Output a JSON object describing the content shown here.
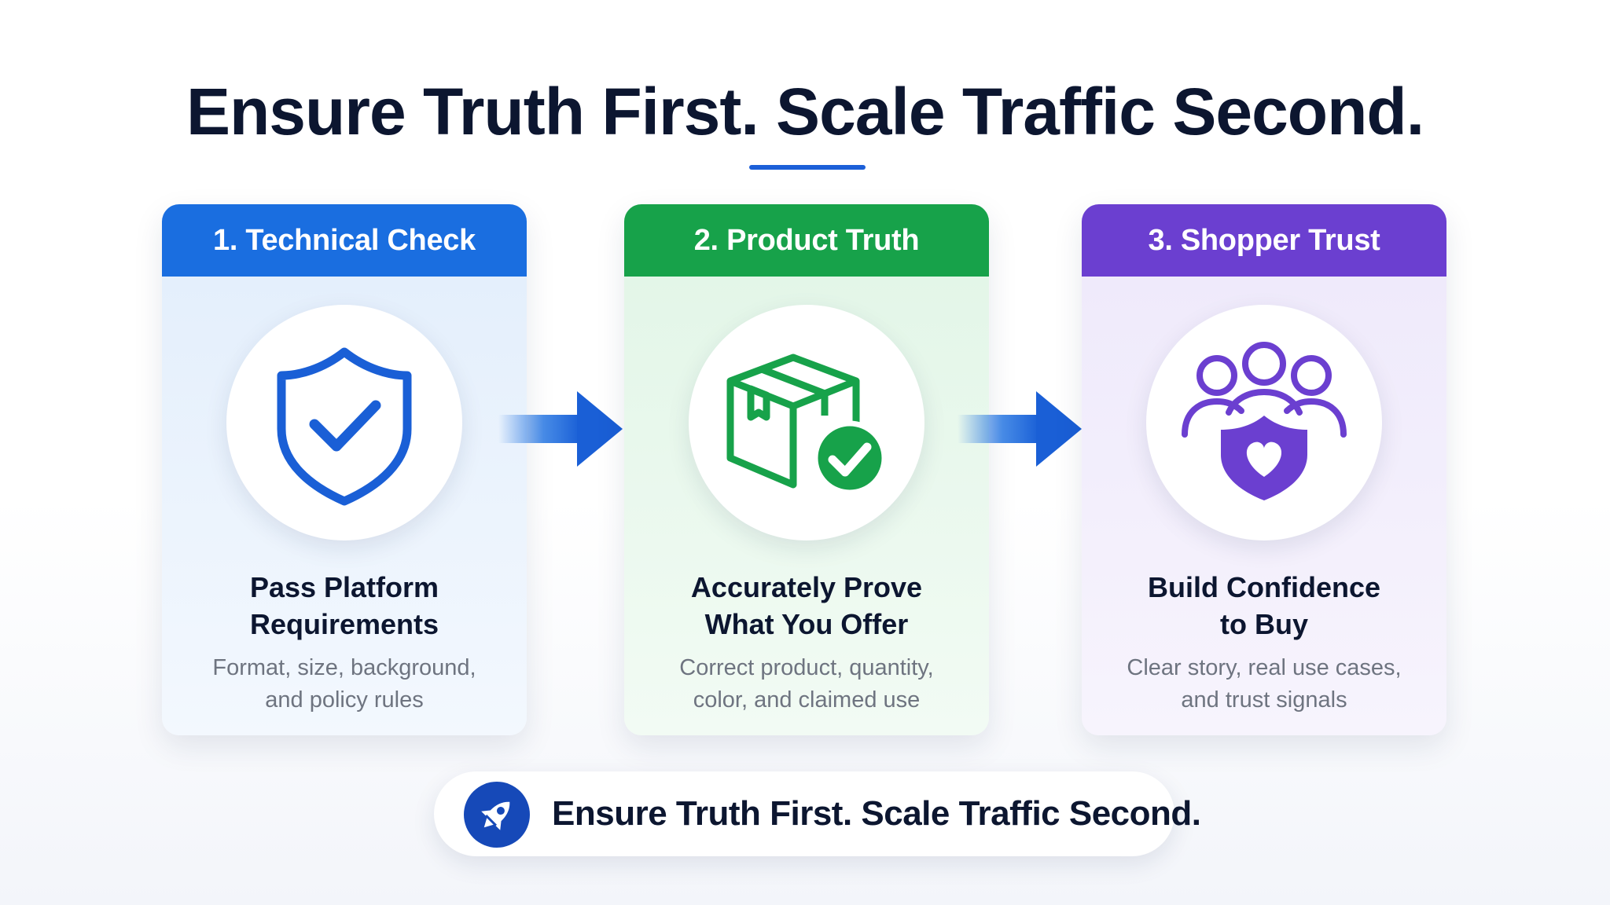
{
  "title": "Ensure Truth First. Scale Traffic Second.",
  "steps": [
    {
      "header": "1. Technical Check",
      "title_lines": [
        "Pass Platform",
        "Requirements"
      ],
      "desc_lines": [
        "Format, size, background,",
        "and policy rules"
      ],
      "icon": "shield-check-icon",
      "accent": "#1a6ee0",
      "body_tint": "#eaf3fd"
    },
    {
      "header": "2. Product Truth",
      "title_lines": [
        "Accurately Prove",
        "What You Offer"
      ],
      "desc_lines": [
        "Correct product, quantity,",
        "color, and claimed use"
      ],
      "icon": "box-check-icon",
      "accent": "#17a24a",
      "body_tint": "#ecf9ef"
    },
    {
      "header": "3. Shopper Trust",
      "title_lines": [
        "Build Confidence",
        "to Buy"
      ],
      "desc_lines": [
        "Clear story, real use cases,",
        "and trust signals"
      ],
      "icon": "people-heart-shield-icon",
      "accent": "#6b3fd0",
      "body_tint": "#f3effc"
    }
  ],
  "footer": {
    "text": "Ensure Truth First. Scale Traffic Second.",
    "icon": "rocket-icon",
    "badge_color": "#1649b8"
  }
}
